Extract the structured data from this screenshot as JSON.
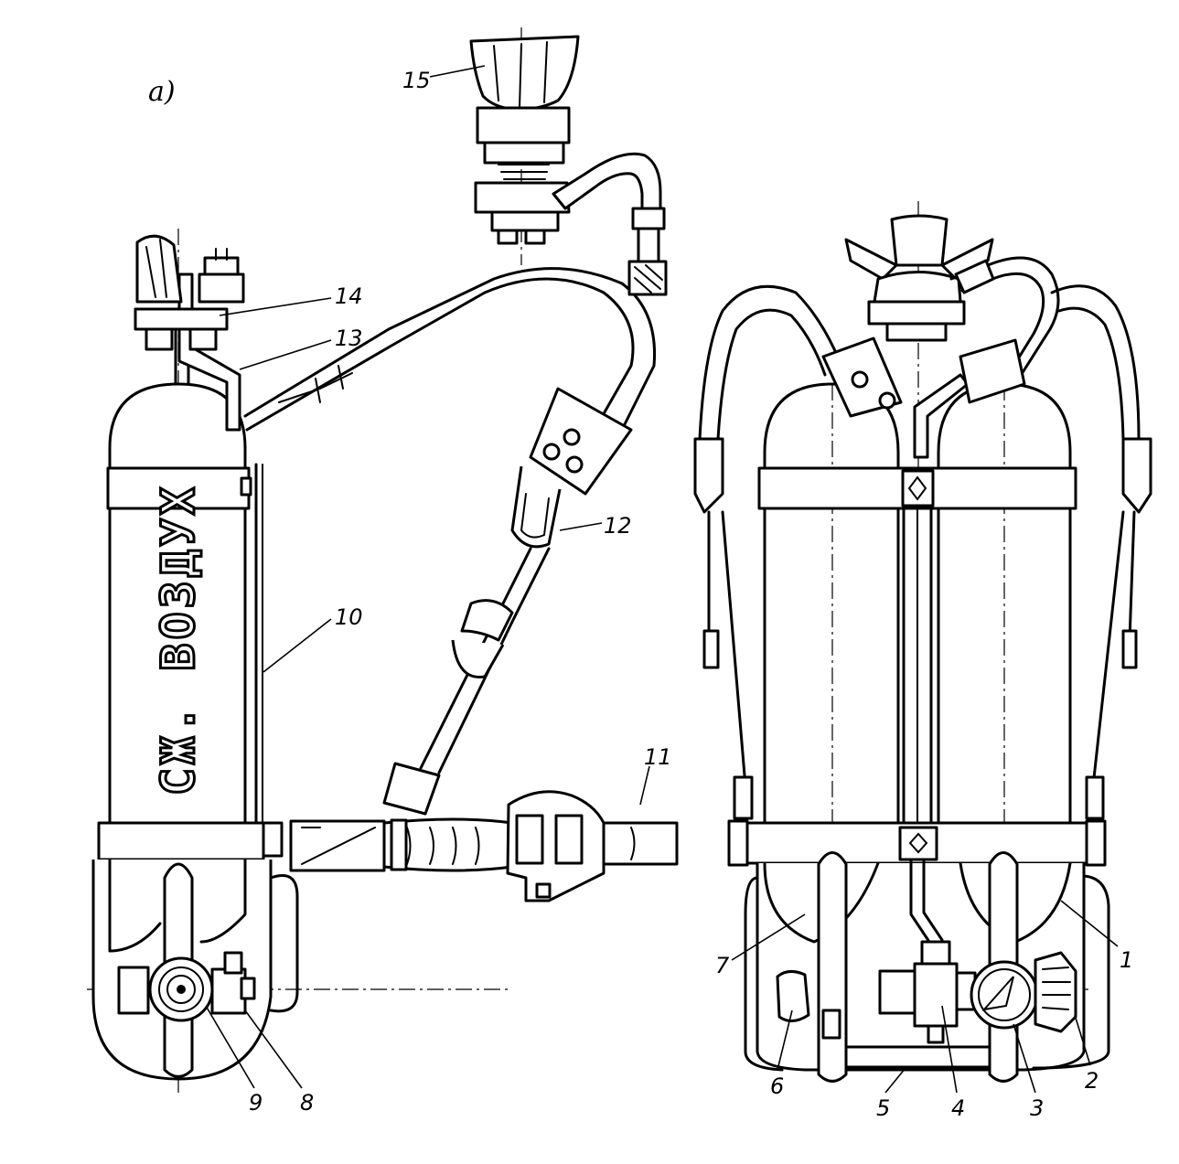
{
  "figure": {
    "panel_label": "а)",
    "tank_inscription": "СЖ. ВОЗДУХ",
    "callouts": [
      {
        "id": "1",
        "text": "1"
      },
      {
        "id": "2",
        "text": "2"
      },
      {
        "id": "3",
        "text": "3"
      },
      {
        "id": "4",
        "text": "4"
      },
      {
        "id": "5",
        "text": "5"
      },
      {
        "id": "6",
        "text": "6"
      },
      {
        "id": "7",
        "text": "7"
      },
      {
        "id": "8",
        "text": "8"
      },
      {
        "id": "9",
        "text": "9"
      },
      {
        "id": "10",
        "text": "10"
      },
      {
        "id": "11",
        "text": "11"
      },
      {
        "id": "12",
        "text": "12"
      },
      {
        "id": "13",
        "text": "13"
      },
      {
        "id": "14",
        "text": "14"
      },
      {
        "id": "15",
        "text": "15"
      }
    ]
  }
}
